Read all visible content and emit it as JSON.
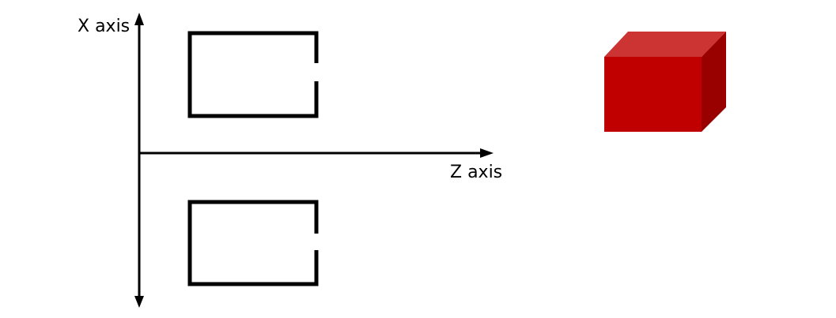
{
  "axes": {
    "vertical_label": "X axis",
    "horizontal_label": "Z axis"
  },
  "shapes": {
    "upper_bracket": "open-rectangle",
    "lower_bracket": "open-rectangle",
    "cube": "3d-cube"
  },
  "colors": {
    "axis": "#000000",
    "bracket": "#000000",
    "cube_front": "#c00000",
    "cube_top": "#cc3333",
    "cube_side": "#990000"
  }
}
